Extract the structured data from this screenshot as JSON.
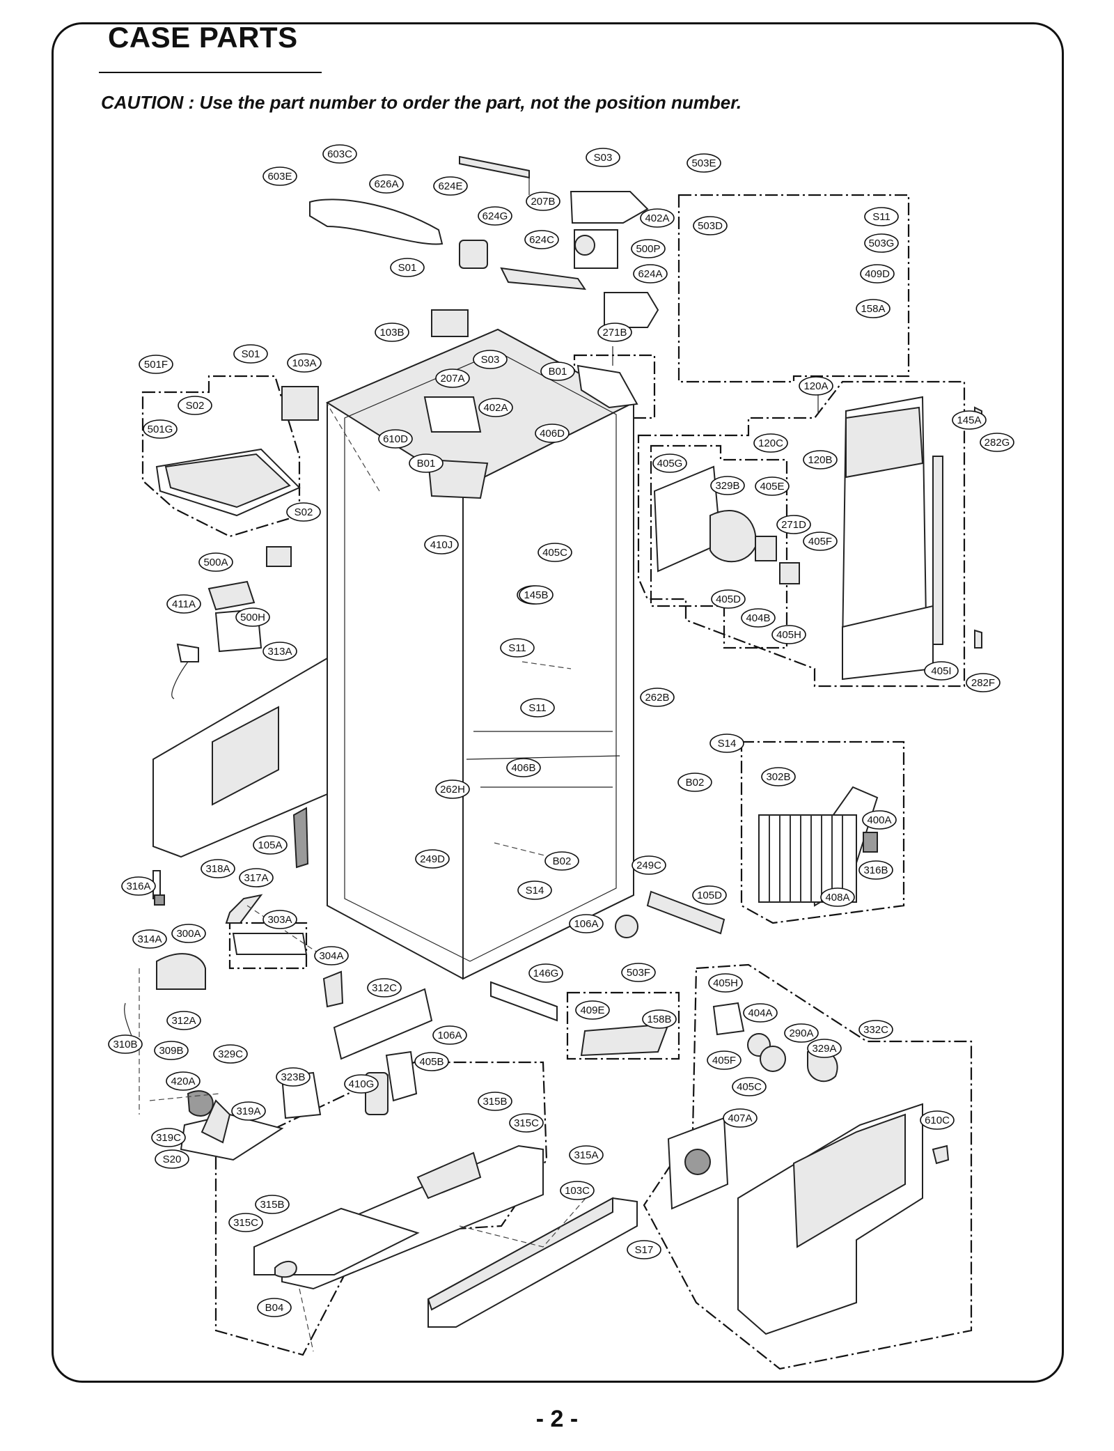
{
  "page": {
    "title": "CASE PARTS",
    "caution": "CAUTION : Use the part number to order the part, not the position number.",
    "page_number": "- 2 -"
  },
  "callouts": [
    "603C",
    "603E",
    "626A",
    "624E",
    "S03",
    "503E",
    "207B",
    "402A",
    "624G",
    "624C",
    "500P",
    "503D",
    "S11",
    "503G",
    "409D",
    "158A",
    "S01",
    "624A",
    "103B",
    "271B",
    "S01",
    "103A",
    "501F",
    "S03",
    "207A",
    "B01",
    "S02",
    "402A",
    "406D",
    "610D",
    "B01",
    "501G",
    "120A",
    "145A",
    "282G",
    "120C",
    "120B",
    "405G",
    "329B",
    "405E",
    "S02",
    "410J",
    "271D",
    "405C",
    "405F",
    "S10",
    "500A",
    "145B",
    "411A",
    "405D",
    "404B",
    "500H",
    "405H",
    "S11",
    "313A",
    "405I",
    "282F",
    "S11",
    "262B",
    "S14",
    "406B",
    "B02",
    "302B",
    "262H",
    "400A",
    "105A",
    "249D",
    "B02",
    "249C",
    "316B",
    "318A",
    "317A",
    "316A",
    "S14",
    "105D",
    "408A",
    "303A",
    "106A",
    "314A",
    "300A",
    "304A",
    "146G",
    "503F",
    "312C",
    "405H",
    "404A",
    "312A",
    "409E",
    "158B",
    "106A",
    "310B",
    "290A",
    "405B",
    "332C",
    "309B",
    "329C",
    "405F",
    "329A",
    "323B",
    "410G",
    "405C",
    "420A",
    "315B",
    "319A",
    "315C",
    "407A",
    "610C",
    "319C",
    "315A",
    "S20",
    "103C",
    "315B",
    "315C",
    "S17",
    "B04"
  ]
}
